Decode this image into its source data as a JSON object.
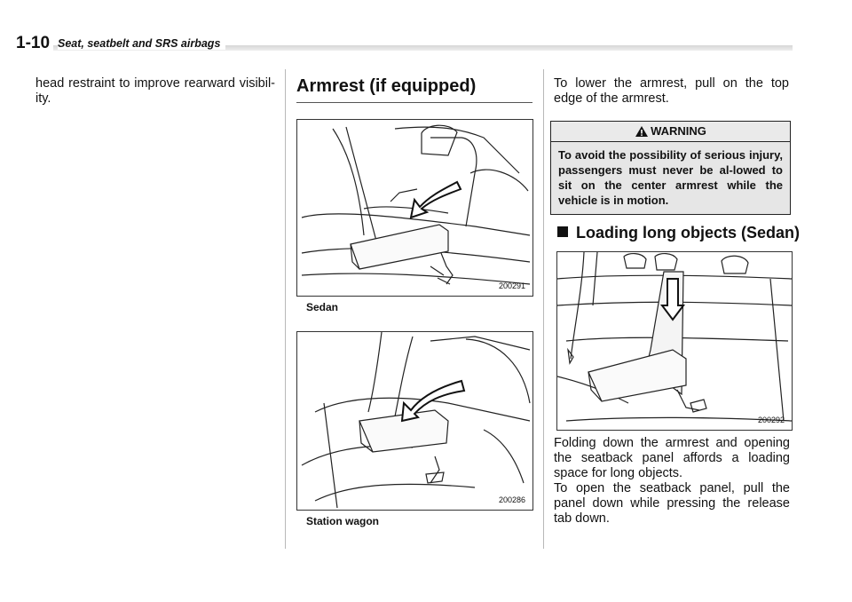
{
  "header": {
    "page_number": "1-10",
    "section_title": "Seat, seatbelt and SRS airbags"
  },
  "col1": {
    "text": "head restraint to improve rearward visibil-ity."
  },
  "armrest": {
    "heading": "Armrest (if equipped)",
    "fig1": {
      "code": "200291",
      "caption": "Sedan"
    },
    "fig2": {
      "code": "200286",
      "caption": "Station wagon"
    }
  },
  "col3": {
    "lower_text": "To lower the armrest, pull on the top edge of the armrest.",
    "warning": {
      "label": "WARNING",
      "text": "To avoid the possibility of serious injury, passengers must never be al-lowed to sit on the center armrest while the vehicle is in motion."
    },
    "loading_heading": "Loading long objects (Sedan)",
    "fig3": {
      "code": "200292"
    },
    "para1": "Folding down the armrest and opening the seatback panel affords a loading space for long objects.",
    "para2": "To open the seatback panel, pull the panel down while pressing the release tab down."
  }
}
